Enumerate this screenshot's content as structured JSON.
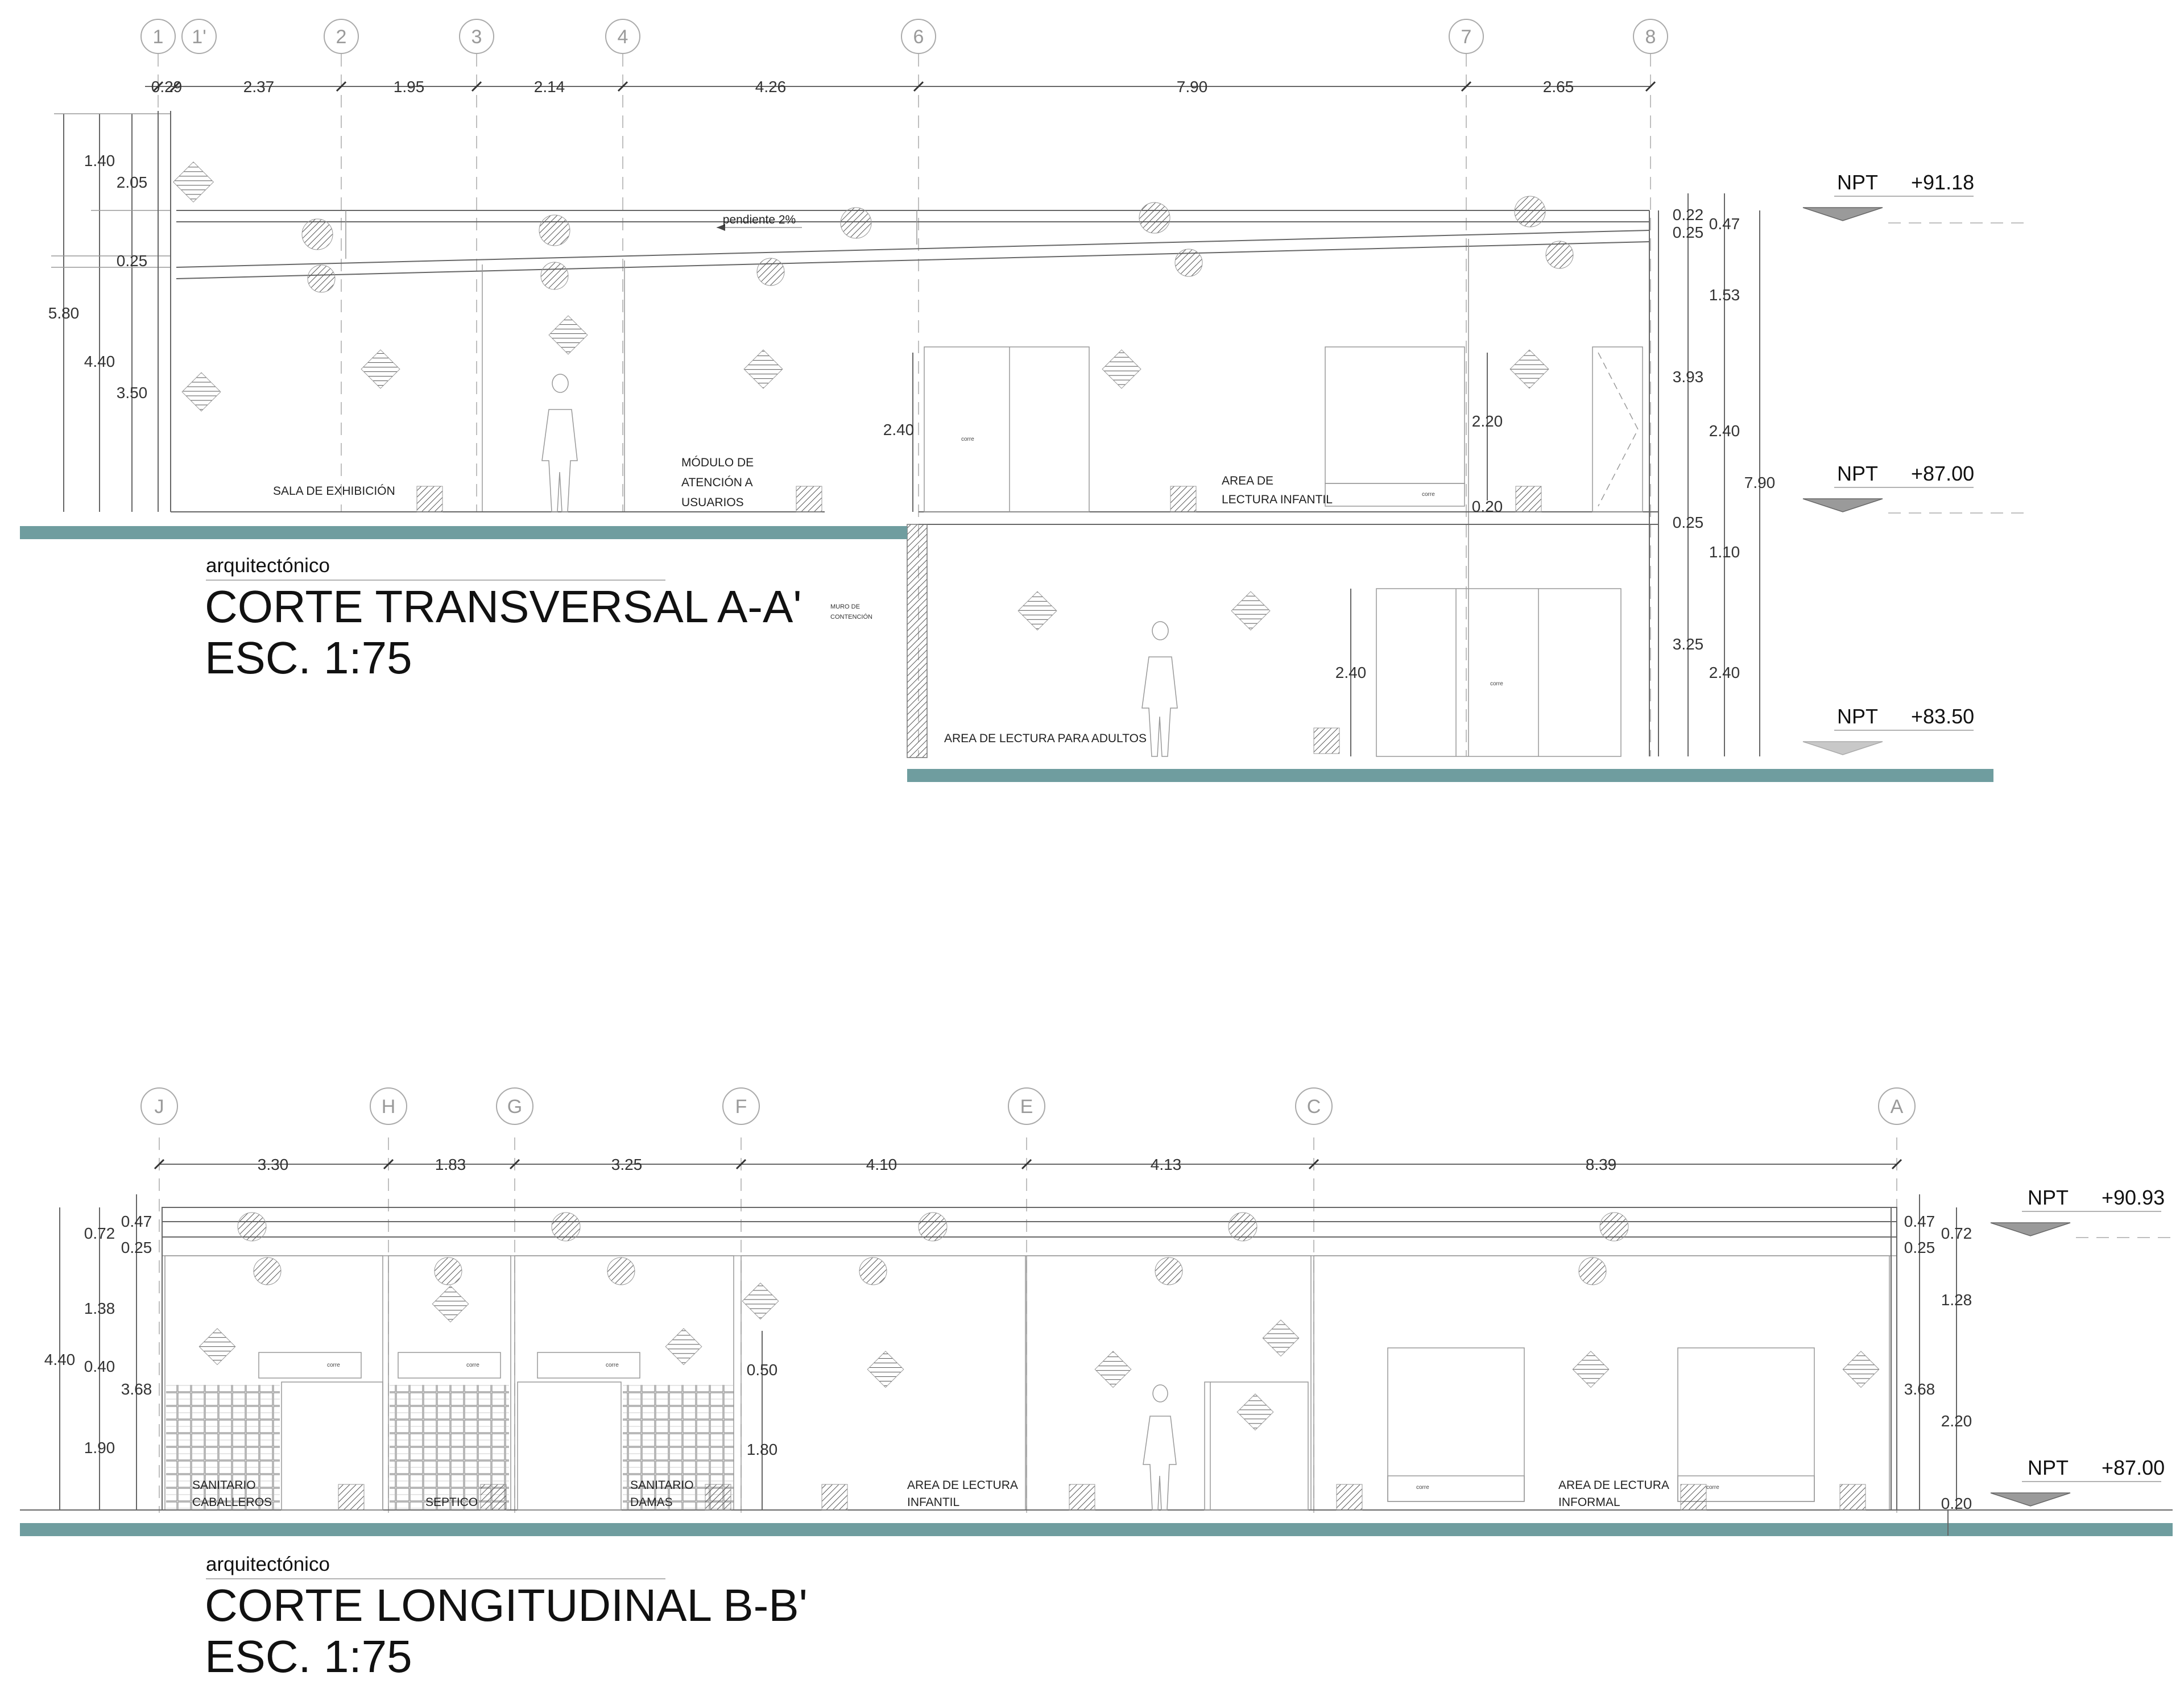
{
  "section_aa": {
    "axes": [
      "1",
      "1'",
      "2",
      "3",
      "4",
      "6",
      "7",
      "8"
    ],
    "top_dims": [
      "0.29",
      "2.37",
      "1.95",
      "2.14",
      "4.26",
      "7.90",
      "2.65"
    ],
    "left_dims": [
      "1.40",
      "2.05",
      "0.25",
      "5.80",
      "4.40",
      "3.50"
    ],
    "right_dims_inner": [
      "0.22",
      "0.25",
      "3.93",
      "0.25",
      "3.25"
    ],
    "right_dims_mid": [
      "0.47",
      "1.53",
      "2.40",
      "1.10",
      "2.40"
    ],
    "right_dim_total": "7.90",
    "inner_dims": [
      "2.40",
      "2.20",
      "0.20",
      "2.40"
    ],
    "slope_label": "pendiente 2%",
    "rooms": [
      "SALA DE EXHIBICIÓN",
      "MÓDULO DE",
      "ATENCIÓN A",
      "USUARIOS",
      "AREA DE",
      "LECTURA INFANTIL",
      "AREA DE LECTURA PARA ADULTOS"
    ],
    "retaining_wall": [
      "MURO DE",
      "CONTENCIÓN"
    ],
    "levels": [
      {
        "label": "NPT",
        "value": "+91.18"
      },
      {
        "label": "NPT",
        "value": "+87.00"
      },
      {
        "label": "NPT",
        "value": "+83.50"
      }
    ],
    "door_label": "corre",
    "subtitle": "arquitectónico",
    "title": "CORTE TRANSVERSAL A-A'",
    "scale": "ESC. 1:75"
  },
  "section_bb": {
    "axes": [
      "J",
      "H",
      "G",
      "F",
      "E",
      "C",
      "A"
    ],
    "top_dims": [
      "3.30",
      "1.83",
      "3.25",
      "4.10",
      "4.13",
      "8.39"
    ],
    "left_dims": [
      "0.72",
      "0.47",
      "0.25",
      "1.38",
      "0.40",
      "4.40",
      "3.68",
      "1.90"
    ],
    "right_dims": [
      "0.47",
      "0.25",
      "0.72",
      "1.28",
      "3.68",
      "2.20",
      "0.20"
    ],
    "inner_dims": [
      "0.50",
      "1.80"
    ],
    "rooms": [
      "SANITARIO",
      "CABALLEROS",
      "SEPTICO",
      "SANITARIO",
      "DAMAS",
      "AREA DE LECTURA",
      "INFANTIL",
      "AREA DE LECTURA",
      "INFORMAL"
    ],
    "levels": [
      {
        "label": "NPT",
        "value": "+90.93"
      },
      {
        "label": "NPT",
        "value": "+87.00"
      }
    ],
    "door_label": "corre",
    "subtitle": "arquitectónico",
    "title": "CORTE LONGITUDINAL B-B'",
    "scale": "ESC. 1:75"
  },
  "colors": {
    "slab": "#6f9d9f",
    "line": "#666666",
    "axis": "#9a9a9a"
  }
}
